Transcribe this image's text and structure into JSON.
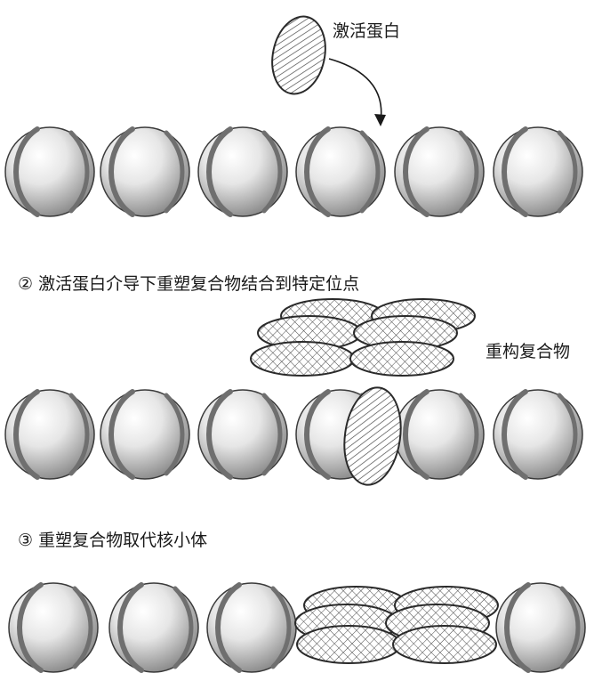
{
  "labels": {
    "activator": "激活蛋白",
    "step2": "② 激活蛋白介导下重塑复合物结合到特定位点",
    "remodeling_complex": "重构复合物",
    "step3": "③ 重塑复合物取代核小体"
  },
  "colors": {
    "bead_light": "#ffffff",
    "bead_mid": "#d9d9d9",
    "bead_dark": "#8c8c8c",
    "band": "#6f6f6f",
    "outline": "#3a3a3a",
    "hatch": "#4a4a4a",
    "text": "#1a1a1a"
  }
}
